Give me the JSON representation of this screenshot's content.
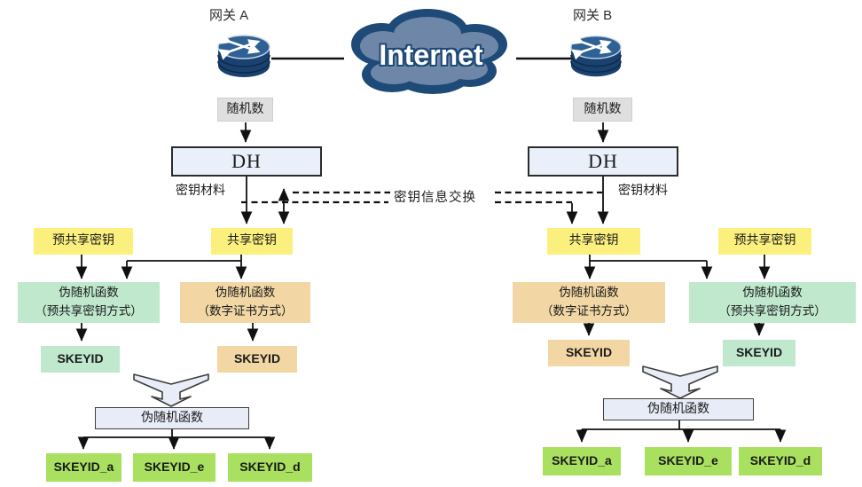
{
  "diagram": {
    "gateway_a_label": "网关 A",
    "gateway_b_label": "网关 B",
    "internet_label": "Internet",
    "exchange_label": "密钥信息交换",
    "labels": {
      "random_number": "随机数",
      "dh": "DH",
      "key_material": "密钥材料",
      "pre_shared_key": "预共享密钥",
      "shared_key": "共享密钥",
      "prf": "伪随机函数",
      "prf_pre_shared_mode": "（预共享密钥方式）",
      "prf_cert_mode": "（数字证书方式）",
      "skeyid": "SKEYID",
      "skeyid_a": "SKEYID_a",
      "skeyid_e": "SKEYID_e",
      "skeyid_d": "SKEYID_d"
    },
    "icons": {
      "router": "router-icon",
      "cloud": "internet-cloud-icon",
      "merge_funnel": "merge-funnel-icon"
    },
    "colors": {
      "yellow_box": "#fbf07d",
      "mint_box": "#bfe8cd",
      "tan_box": "#f2d7a4",
      "bright_green_box": "#a9e05f",
      "gray_box": "#dfdfdf",
      "light_blue_box": "#e9f0fa",
      "prf_box": "#e7ecf6",
      "cloud_outer": "#1e4a78",
      "cloud_inner": "#6e87a8",
      "router_body": "#1a4270",
      "router_top": "#2e6195",
      "line": "#111111"
    }
  }
}
